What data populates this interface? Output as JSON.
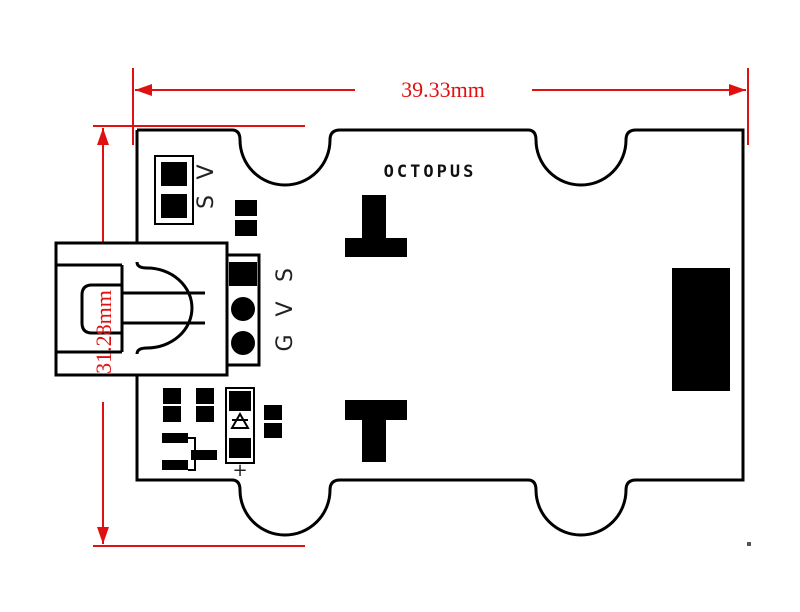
{
  "dimensions": {
    "width_label": "39.33mm",
    "height_label": "31.28mm"
  },
  "board": {
    "logo": "OCTOPUS",
    "top_header_labels": [
      "S",
      "V"
    ],
    "connector_labels": [
      "G",
      "V",
      "S"
    ],
    "diode_polarity": "+"
  },
  "colors": {
    "dimension": "#e01010",
    "outline": "#000000"
  }
}
